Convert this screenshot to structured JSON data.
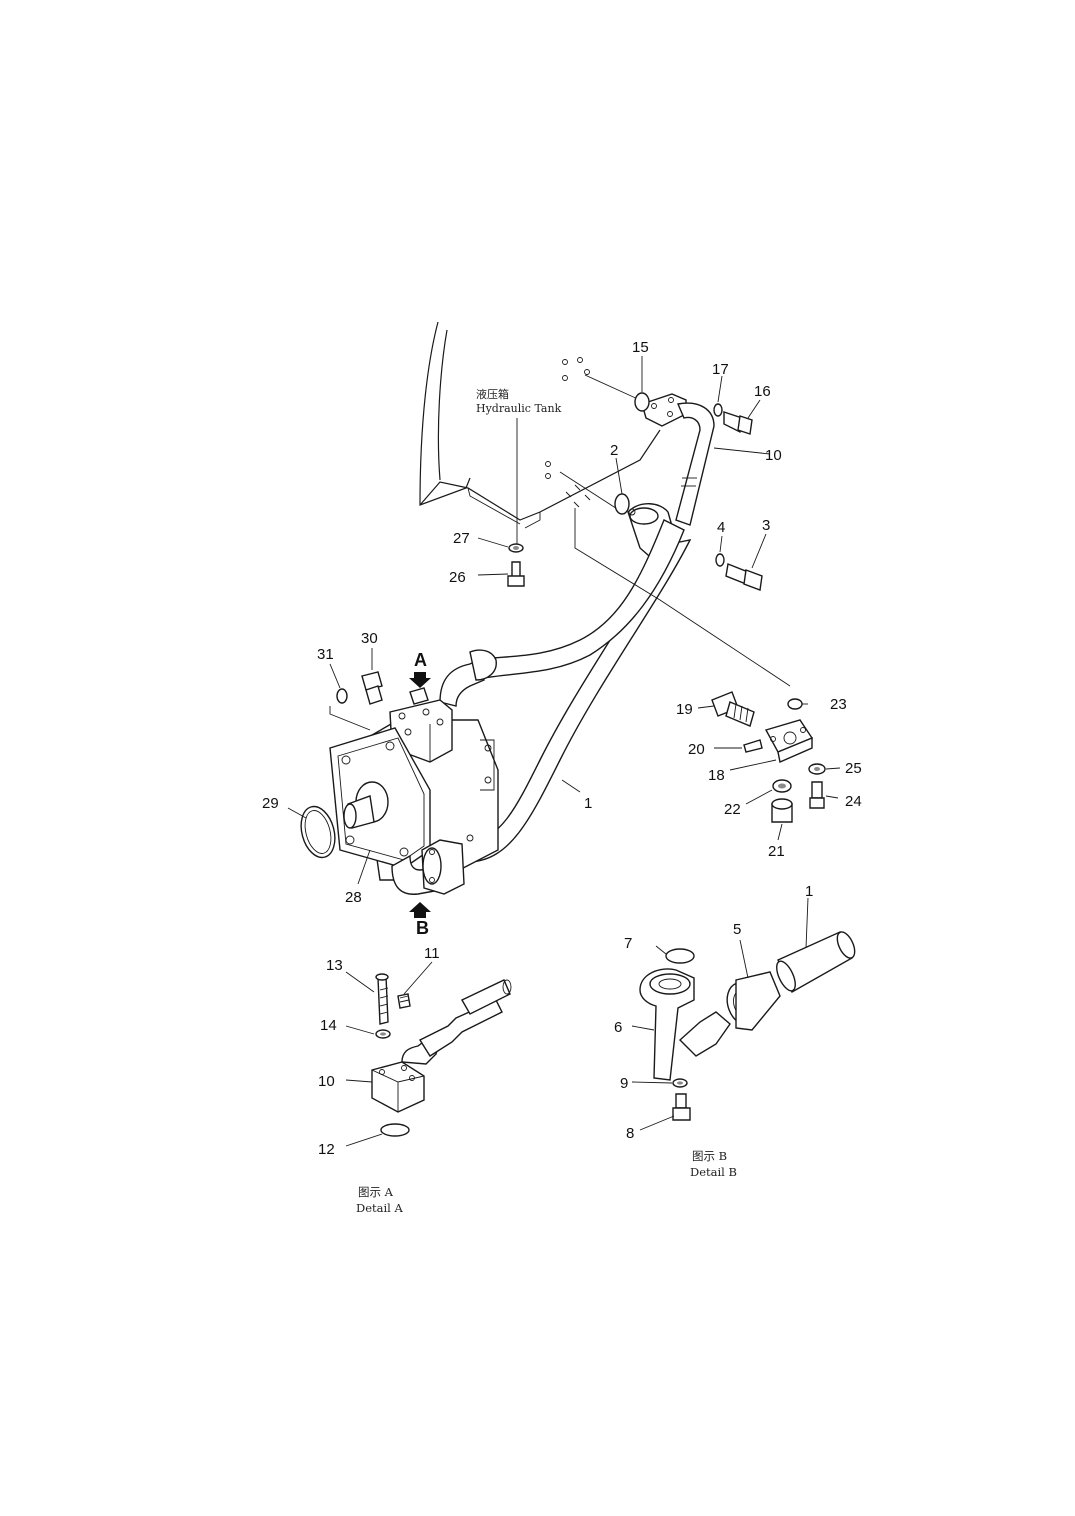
{
  "tank_label": {
    "chinese": "液压箱",
    "english": "Hydraulic Tank"
  },
  "view_markers": {
    "a": "A",
    "b": "B"
  },
  "detail_a_caption": {
    "chinese": "图示 A",
    "english": "Detail  A"
  },
  "detail_b_caption": {
    "chinese": "图示 B",
    "english": "Detail  B"
  },
  "callouts": {
    "p1": "1",
    "p2": "2",
    "p3": "3",
    "p4": "4",
    "p10": "10",
    "p15": "15",
    "p16": "16",
    "p17": "17",
    "p18": "18",
    "p19": "19",
    "p20": "20",
    "p21": "21",
    "p22": "22",
    "p23": "23",
    "p24": "24",
    "p25": "25",
    "p26": "26",
    "p27": "27",
    "p28": "28",
    "p29": "29",
    "p30": "30",
    "p31": "31",
    "a10": "10",
    "a11": "11",
    "a12": "12",
    "a13": "13",
    "a14": "14",
    "b1": "1",
    "b5": "5",
    "b6": "6",
    "b7": "7",
    "b8": "8",
    "b9": "9"
  }
}
